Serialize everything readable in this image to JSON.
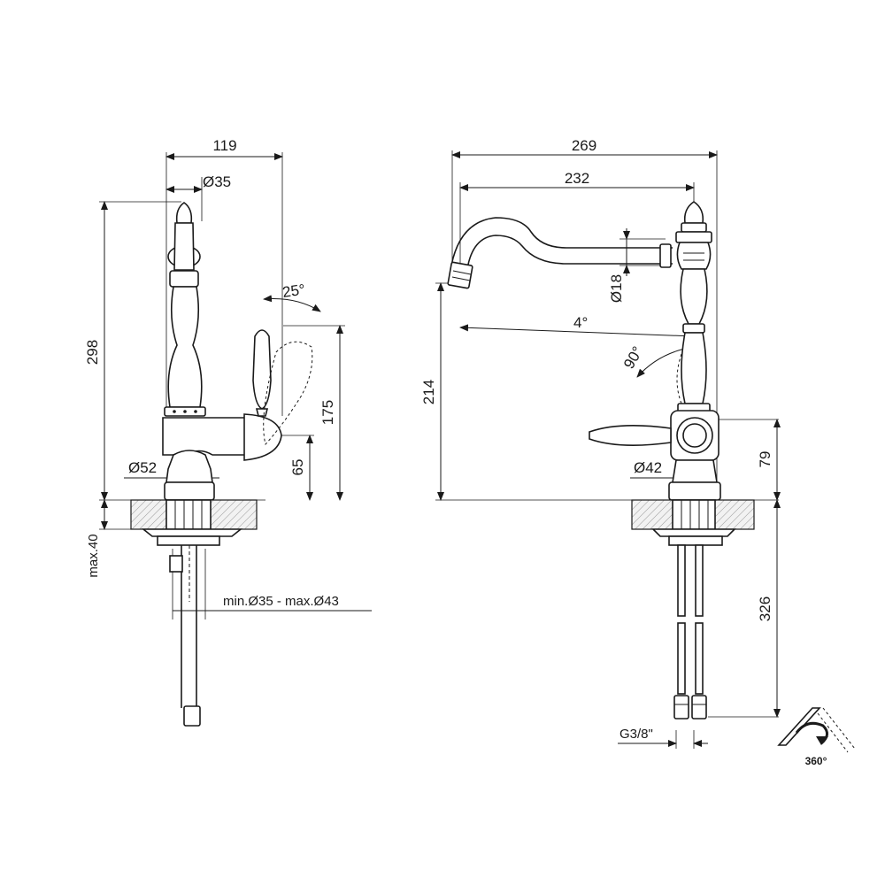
{
  "side_view": {
    "width_119": "119",
    "dia_35": "Ø35",
    "height_298": "298",
    "angle_25": "25°",
    "height_175": "175",
    "height_65": "65",
    "dia_52": "Ø52",
    "max_40": "max.40",
    "hole_range": "min.Ø35 - max.Ø43"
  },
  "front_view": {
    "width_269": "269",
    "width_232": "232",
    "dia_18": "Ø18",
    "angle_4": "4°",
    "angle_90": "90°",
    "height_214": "214",
    "dia_42": "Ø42",
    "height_79": "79",
    "length_326": "326",
    "thread": "G3/8\""
  },
  "rotation": {
    "label": "360°"
  }
}
